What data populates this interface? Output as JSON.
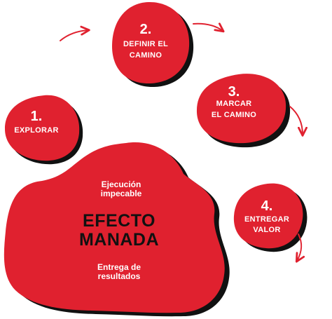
{
  "colors": {
    "blob_fill": "#E0212F",
    "blob_shadow": "#111111",
    "step_text": "#FFFFFF",
    "center_text": "#111111",
    "arrow": "#E0212F"
  },
  "steps": [
    {
      "number": "1.",
      "label_line1": "EXPLORAR",
      "label_line2": ""
    },
    {
      "number": "2.",
      "label_line1": "DEFINIR EL",
      "label_line2": "CAMINO"
    },
    {
      "number": "3.",
      "label_line1": "MARCAR",
      "label_line2": "EL CAMINO"
    },
    {
      "number": "4.",
      "label_line1": "ENTREGAR",
      "label_line2": "VALOR"
    }
  ],
  "center": {
    "top_line1": "Ejecución",
    "top_line2": "impecable",
    "title_line1": "EFECTO",
    "title_line2": "MANADA",
    "bottom_line1": "Entrega de",
    "bottom_line2": "resultados"
  },
  "arrows": [
    {
      "from": "step-1",
      "to": "step-2"
    },
    {
      "from": "step-2",
      "to": "step-3"
    },
    {
      "from": "step-3",
      "to": "step-4"
    },
    {
      "from": "step-4",
      "to": "next"
    }
  ]
}
